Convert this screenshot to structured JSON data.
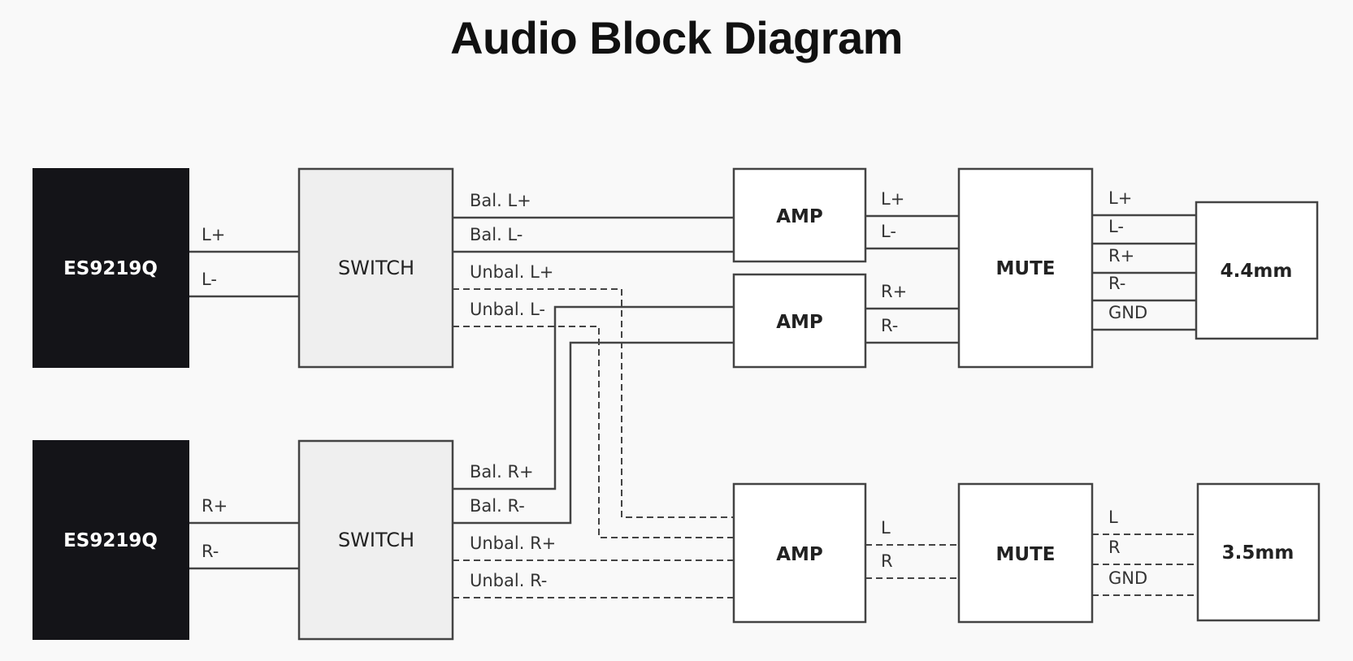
{
  "title": "Audio Block Diagram",
  "blocks": {
    "dac_top": "ES9219Q",
    "dac_bottom": "ES9219Q",
    "switch_top": "SWITCH",
    "switch_bottom": "SWITCH",
    "amp_top_l": "AMP",
    "amp_top_r": "AMP",
    "amp_bottom": "AMP",
    "mute_top": "MUTE",
    "mute_bottom": "MUTE",
    "jack_44": "4.4mm",
    "jack_35": "3.5mm"
  },
  "labels": {
    "dac_top_lp": "L+",
    "dac_top_lm": "L-",
    "dac_bot_rp": "R+",
    "dac_bot_rm": "R-",
    "sw_top_bal_lp": "Bal. L+",
    "sw_top_bal_lm": "Bal. L-",
    "sw_top_unbal_lp": "Unbal. L+",
    "sw_top_unbal_lm": "Unbal. L-",
    "sw_bot_bal_rp": "Bal. R+",
    "sw_bot_bal_rm": "Bal. R-",
    "sw_bot_unbal_rp": "Unbal. R+",
    "sw_bot_unbal_rm": "Unbal. R-",
    "amp_l_out_p": "L+",
    "amp_l_out_m": "L-",
    "amp_r_out_p": "R+",
    "amp_r_out_m": "R-",
    "amp_bot_out_l": "L",
    "amp_bot_out_r": "R",
    "mute_top_lp": "L+",
    "mute_top_lm": "L-",
    "mute_top_rp": "R+",
    "mute_top_rm": "R-",
    "mute_top_gnd": "GND",
    "mute_bot_l": "L",
    "mute_bot_r": "R",
    "mute_bot_gnd": "GND"
  }
}
